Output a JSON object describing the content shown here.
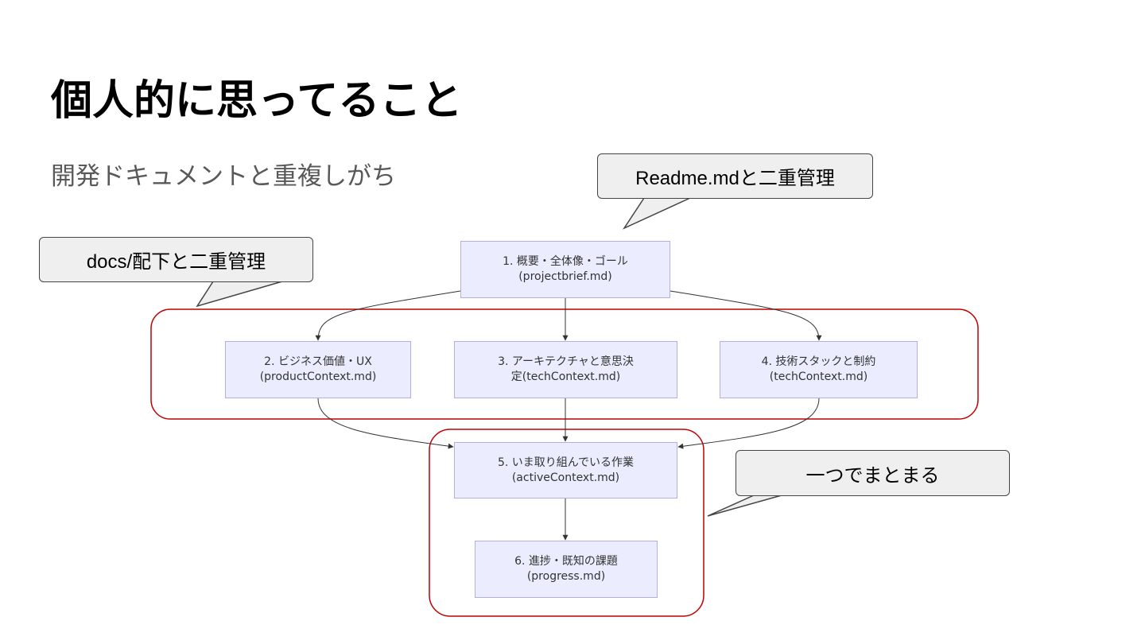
{
  "slide": {
    "title": "個人的に思ってること",
    "subtitle": "開発ドキュメントと重複しがち"
  },
  "callouts": {
    "readme": "Readme.mdと二重管理",
    "docs": "docs/配下と二重管理",
    "merge": "一つでまとまる"
  },
  "nodes": [
    {
      "line1": "1. 概要・全体像・ゴール",
      "line2": "(projectbrief.md)"
    },
    {
      "line1": "2. ビジネス価値・UX",
      "line2": "(productContext.md)"
    },
    {
      "line1": "3. アーキテクチャと意思決",
      "line2": "定(techContext.md)"
    },
    {
      "line1": "4. 技術スタックと制約",
      "line2": "(techContext.md)"
    },
    {
      "line1": "5. いま取り組んでいる作業",
      "line2": "(activeContext.md)"
    },
    {
      "line1": "6. 進捗・既知の課題",
      "line2": "(progress.md)"
    }
  ],
  "colors": {
    "node_fill": "#ececff",
    "node_border": "#b2aee6",
    "group_border": "#c00000",
    "callout_fill": "#efefef"
  }
}
